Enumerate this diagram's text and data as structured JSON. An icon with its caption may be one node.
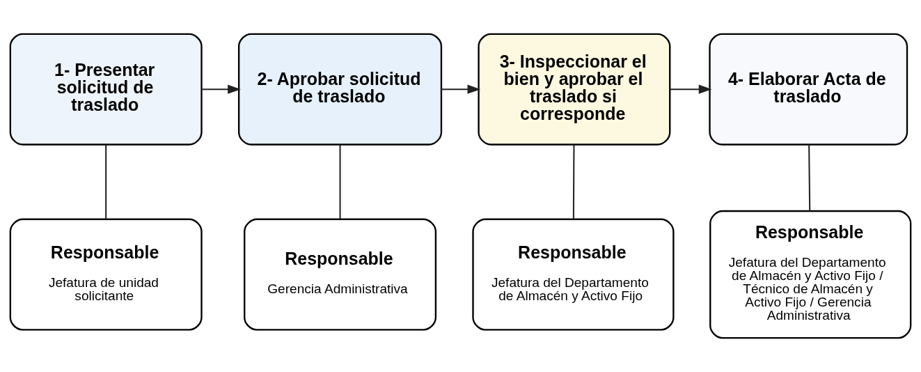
{
  "diagram": {
    "nodes": [
      {
        "text": [
          "1- Presentar solicitud de traslado"
        ]
      },
      {
        "text": [
          "2- Aprobar solicitud de traslado"
        ]
      },
      {
        "text": [
          "3- Inspeccionar el bien y aprobar el traslado si corresponde"
        ]
      },
      {
        "text": [
          "4- Elaborar Acta de traslado"
        ]
      },
      {
        "text": [
          "Responsable",
          "Jefatura de unidad solicitante"
        ]
      },
      {
        "text": [
          "Responsable",
          "Gerencia Administrativa"
        ]
      },
      {
        "text": [
          "Responsable",
          "Jefatura del Departamento de Almacén y Activo Fijo"
        ]
      },
      {
        "text": [
          "Responsable",
          "Jefatura del Departamento de Almacén y Activo Fijo / Técnico de Almacén y Activo Fijo / Gerencia Administrativa"
        ]
      }
    ],
    "edges": [
      {
        "from": 0,
        "to": 1,
        "arrow": "to"
      },
      {
        "from": 1,
        "to": 2,
        "arrow": "to"
      },
      {
        "from": 2,
        "to": 3,
        "arrow": "to"
      },
      {
        "from": 0,
        "to": 4,
        "arrow": "none"
      },
      {
        "from": 1,
        "to": 5,
        "arrow": "none"
      },
      {
        "from": 2,
        "to": 6,
        "arrow": "none"
      },
      {
        "from": 3,
        "to": 7,
        "arrow": "none"
      }
    ]
  }
}
